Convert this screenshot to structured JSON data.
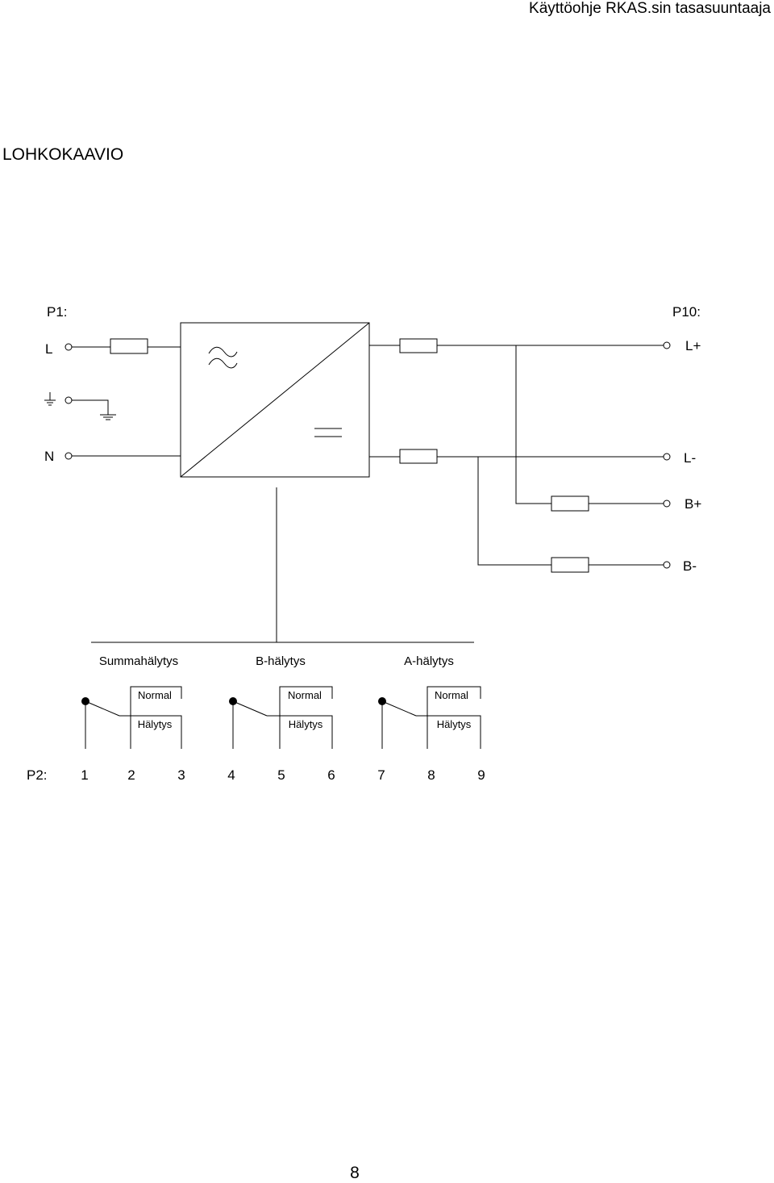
{
  "header": {
    "title": "Käyttöohje RKAS.sin tasasuuntaaja"
  },
  "section": {
    "title": "LOHKOKAAVIO"
  },
  "diagram": {
    "input_block_label": "P1:",
    "output_block_label": "P10:",
    "input_terminals": [
      "L",
      "N"
    ],
    "output_terminals": [
      "L+",
      "L-",
      "B+",
      "B-"
    ],
    "alarm_groups": [
      {
        "title": "Summahälytys",
        "normal": "Normal",
        "alarm": "Hälytys"
      },
      {
        "title": "B-hälytys",
        "normal": "Normal",
        "alarm": "Hälytys"
      },
      {
        "title": "A-hälytys",
        "normal": "Normal",
        "alarm": "Hälytys"
      }
    ],
    "p2_label": "P2:",
    "p2_pins": [
      "1",
      "2",
      "3",
      "4",
      "5",
      "6",
      "7",
      "8",
      "9"
    ]
  },
  "footer": {
    "page_number": "8"
  }
}
